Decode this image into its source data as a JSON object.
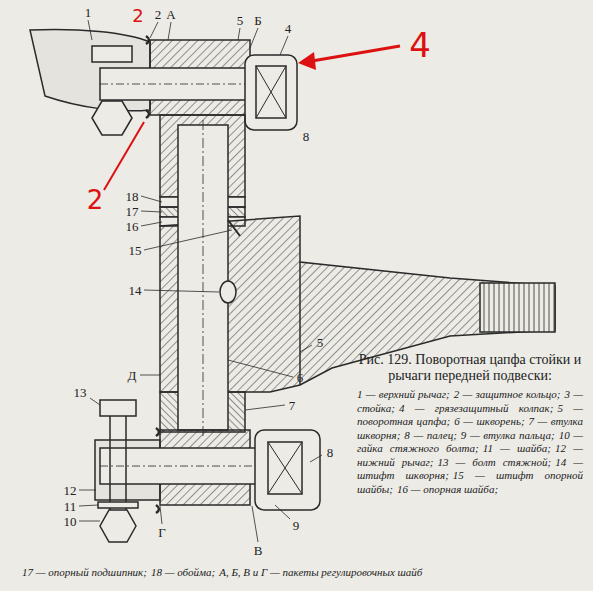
{
  "diagram": {
    "caption": "Рис. 129. Поворотная цапфа стойки и рычаги передней подвески:",
    "labels": [
      "1",
      "2",
      "А",
      "5",
      "Б",
      "4",
      "8",
      "2",
      "4",
      "2",
      "18",
      "17",
      "16",
      "15",
      "14",
      "5",
      "6",
      "Д",
      "7",
      "13",
      "12",
      "11",
      "10",
      "Г",
      "8",
      "9",
      "В",
      "1 — верхний рычаг;",
      "2 — защитное кольцо;",
      "3 — стойка;",
      "4 — грязезащитный колпак;",
      "5 — поворотная цапфа;",
      "6 — шкворень;",
      "7 — втулка шкворня;",
      "8 — палец;",
      "9 — втулка пальца;",
      "10 — гайка стяжного болта;",
      "11 — шайба;",
      "12 — нижний рычаг;",
      "13 — болт стяжной;",
      "14 — штифт шкворня;",
      "15 — штифт опорной шайбы;",
      "16 — опорная шайба;",
      "17 — опорный подшипник;",
      "18 — обойма;",
      "А, Б, В и Г — пакеты регулировочных шайб"
    ]
  }
}
